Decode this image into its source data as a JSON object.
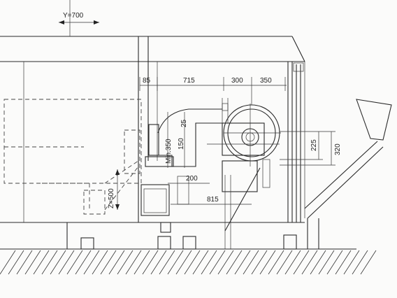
{
  "drawing": {
    "travel_y_label": "Y=700",
    "travel_z_label": "Z=500",
    "dimensions": {
      "d85": "85",
      "d715": "715",
      "d300": "300",
      "d350": "350",
      "d25": "25",
      "d150": "150",
      "min350": "Min.350",
      "d225": "225",
      "d320": "320",
      "d200": "200",
      "d815": "815"
    }
  }
}
